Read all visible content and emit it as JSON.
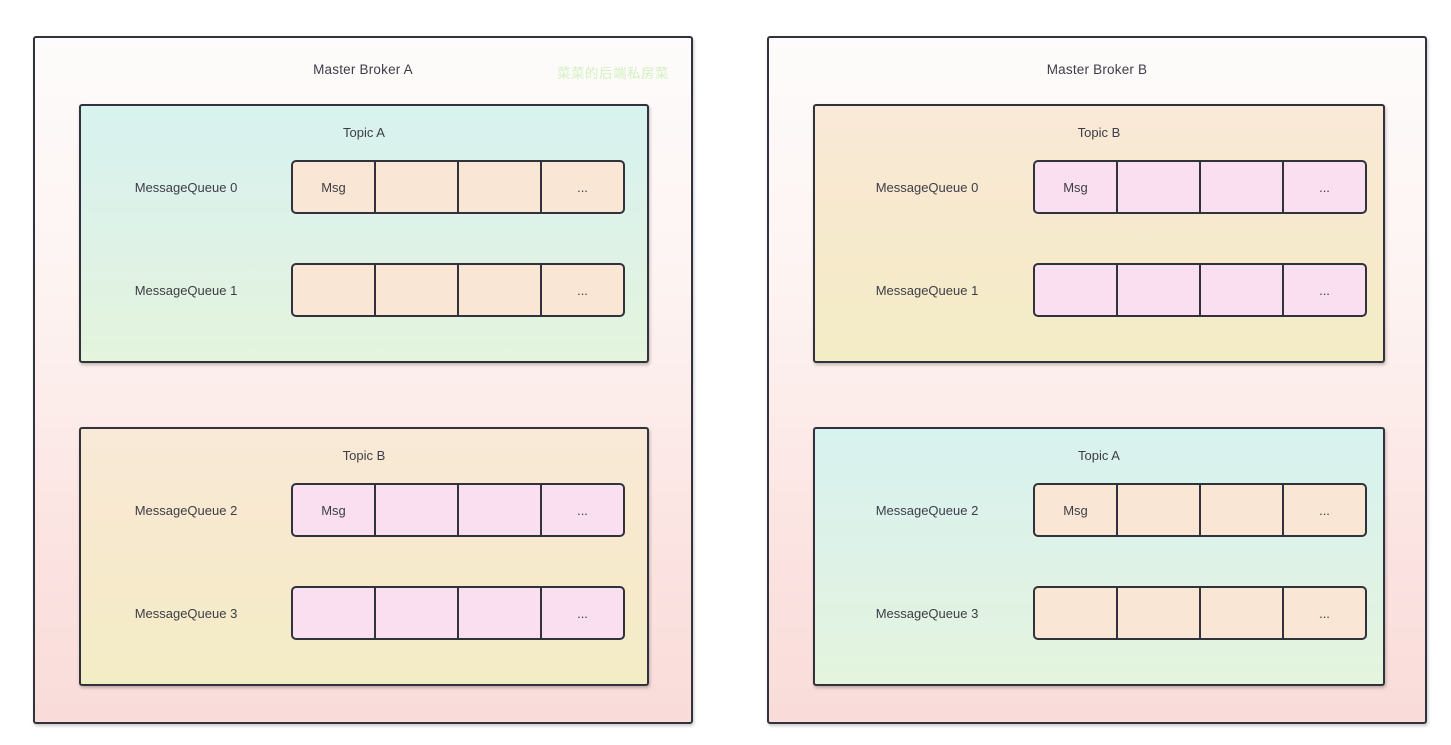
{
  "diagram": {
    "watermark": "菜菜的后端私房菜",
    "cell_labels": {
      "msg": "Msg",
      "ellipsis": "...",
      "empty": ""
    },
    "brokers": [
      {
        "id": "broker-a",
        "title": "Master Broker A",
        "topics": [
          {
            "title": "Topic A",
            "theme": "cyan",
            "cell_theme": "peach",
            "queues": [
              {
                "label": "MessageQueue 0",
                "cells": [
                  "Msg",
                  "",
                  "",
                  "..."
                ]
              },
              {
                "label": "MessageQueue 1",
                "cells": [
                  "",
                  "",
                  "",
                  "..."
                ]
              }
            ]
          },
          {
            "title": "Topic B",
            "theme": "peach",
            "cell_theme": "pink",
            "queues": [
              {
                "label": "MessageQueue 2",
                "cells": [
                  "Msg",
                  "",
                  "",
                  "..."
                ]
              },
              {
                "label": "MessageQueue 3",
                "cells": [
                  "",
                  "",
                  "",
                  "..."
                ]
              }
            ]
          }
        ]
      },
      {
        "id": "broker-b",
        "title": "Master Broker B",
        "topics": [
          {
            "title": "Topic B",
            "theme": "peach",
            "cell_theme": "pink",
            "queues": [
              {
                "label": "MessageQueue 0",
                "cells": [
                  "Msg",
                  "",
                  "",
                  "..."
                ]
              },
              {
                "label": "MessageQueue 1",
                "cells": [
                  "",
                  "",
                  "",
                  "..."
                ]
              }
            ]
          },
          {
            "title": "Topic A",
            "theme": "cyan",
            "cell_theme": "peach",
            "queues": [
              {
                "label": "MessageQueue 2",
                "cells": [
                  "Msg",
                  "",
                  "",
                  "..."
                ]
              },
              {
                "label": "MessageQueue 3",
                "cells": [
                  "",
                  "",
                  "",
                  "..."
                ]
              }
            ]
          }
        ]
      }
    ]
  },
  "colors": {
    "border": "#32323c",
    "text": "#3d3d46",
    "cell_peach": "#fae6d5",
    "cell_pink": "#f9dff0",
    "topic_cyan_top": "#d8f2ef",
    "topic_cyan_bottom": "#e4f4dd",
    "topic_peach_top": "#f9e9d8",
    "topic_peach_bottom": "#f3edc6",
    "broker_top": "#fdfbfb",
    "broker_bottom": "#f9dcd9",
    "watermark": "#d3f0c0"
  }
}
